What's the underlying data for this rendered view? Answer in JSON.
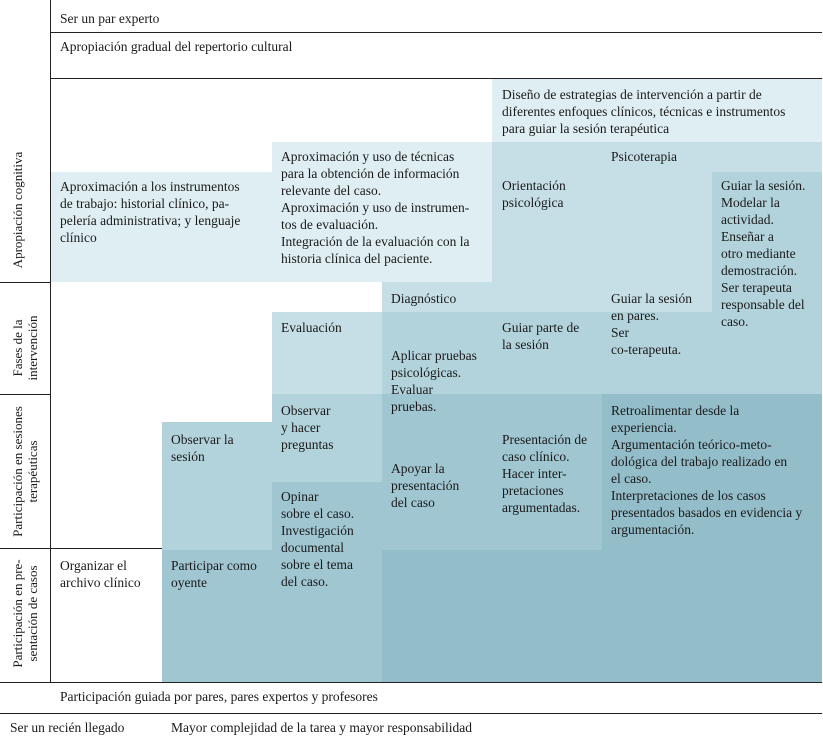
{
  "top": {
    "expert": "Ser un par experto",
    "appropriation": "Apropiación gradual del repertorio cultural"
  },
  "bottom": {
    "guided": "Participación guiada por pares, pares expertos y profesores",
    "newcomer": "Ser un recién llegado",
    "complexity": "Mayor complejidad de la tarea y mayor responsabilidad"
  },
  "rows": {
    "cognitiva": [
      "Apropiación cognitiva"
    ],
    "fases": [
      "Fases de la",
      "intervención"
    ],
    "sesiones": [
      "Participación en sesiones",
      "terapéuticas"
    ],
    "casos": [
      "Participación en pre-",
      "sentación de casos"
    ]
  },
  "cells": {
    "design": [
      "Diseño de estrategias de intervención a partir de",
      "diferentes enfoques clínicos, técnicas e instrumentos",
      "para guiar la sesión terapéutica"
    ],
    "approx_instr": [
      "Aproximación a los instrumentos",
      "de trabajo: historial clínico, pa-",
      "pelería administrativa; y lenguaje",
      "clínico"
    ],
    "approx_tech": [
      "Aproximación y uso de técnicas",
      "para la obtención de información",
      "relevante del caso.",
      "Aproximación y uso de instrumen-",
      "tos de evaluación.",
      "Integración de la evaluación con la",
      "historia clínica del paciente."
    ],
    "psicoterapia": [
      "Psicoterapia"
    ],
    "orientacion": [
      "Orientación",
      "psicológica"
    ],
    "guiar_sesion": [
      "Guiar la sesión.",
      "Modelar la",
      "actividad.",
      "Enseñar a",
      "otro mediante",
      "demostración.",
      "Ser terapeuta",
      "responsable del",
      "caso."
    ],
    "diagnostico": [
      "Diagnóstico"
    ],
    "evaluacion": [
      "Evaluación"
    ],
    "aplicar": [
      "Aplicar pruebas",
      "psicológicas.",
      "Evaluar",
      "pruebas."
    ],
    "guiar_parte": [
      "Guiar parte de",
      "la sesión"
    ],
    "guiar_pares": [
      "Guiar la sesión",
      "en pares.",
      "Ser",
      "co-terapeuta."
    ],
    "observar_hacer": [
      "Observar",
      "y hacer",
      "preguntas"
    ],
    "observar_sesion": [
      "Observar la",
      "sesión"
    ],
    "apoyar": [
      "Apoyar la",
      "presentación",
      "del caso"
    ],
    "presentacion": [
      "Presentación de",
      "caso clínico.",
      "Hacer inter-",
      "pretaciones",
      "argumentadas."
    ],
    "retro": [
      "Retroalimentar desde la",
      "experiencia.",
      "Argumentación teórico-meto-",
      "dológica del trabajo realizado en",
      "el caso.",
      "Interpretaciones de los casos",
      "presentados basados en evidencia y",
      "argumentación."
    ],
    "organizar": [
      "Organizar el",
      "archivo clínico"
    ],
    "participar": [
      "Participar como",
      "oyente"
    ],
    "opinar": [
      "Opinar",
      "sobre el caso.",
      "Investigación",
      "documental",
      "sobre el tema",
      "del caso."
    ]
  }
}
